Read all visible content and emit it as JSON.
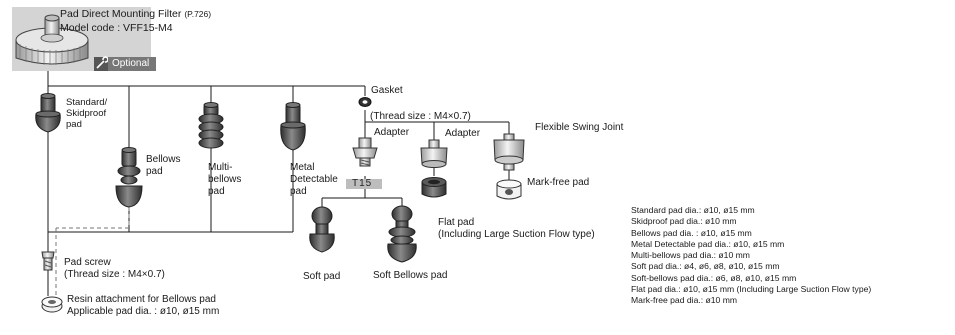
{
  "header": {
    "title": "Pad Direct Mounting Filter",
    "page_ref": "(P.726)",
    "model_code": "Model code : VFF15-M4",
    "optional_label": "Optional"
  },
  "parts": {
    "gasket": "Gasket",
    "thread_size_adapter": "(Thread size : M4×0.7)",
    "adapter_1": "Adapter",
    "adapter_2": "Adapter",
    "flexible_swing_joint": "Flexible Swing Joint",
    "standard_pad": "Standard/\nSkidproof\npad",
    "bellows_pad": "Bellows\npad",
    "multi_bellows_pad": "Multi-\nbellows\npad",
    "metal_detectable_pad": "Metal\nDetectable\npad",
    "t15_tag": "T15",
    "mark_free_pad": "Mark-free pad",
    "flat_pad": "Flat pad\n(Including Large Suction Flow type)",
    "soft_pad": "Soft pad",
    "soft_bellows_pad": "Soft Bellows pad",
    "pad_screw": "Pad screw\n(Thread size : M4×0.7)",
    "resin_attachment": "Resin attachment for Bellows pad\nApplicable pad dia. : ø10, ø15 mm"
  },
  "specs": [
    "Standard pad dia.: ø10, ø15 mm",
    "Skidproof pad dia.: ø10 mm",
    "Bellows pad dia. : ø10, ø15 mm",
    "Metal Detectable pad dia.: ø10, ø15 mm",
    "Multi-bellows pad dia.: ø10 mm",
    "Soft pad dia.: ø4, ø6, ø8, ø10, ø15 mm",
    "Soft-bellows pad dia.: ø6, ø8, ø10, ø15 mm",
    "Flat pad dia.: ø10, ø15 mm (Including Large Suction Flow type)",
    "Mark-free pad dia.: ø10 mm"
  ],
  "colors": {
    "pad_dark": "#3a3a3a",
    "pad_mid": "#6a6a6a",
    "filter_bg": "#d4d4d4",
    "line": "#1a1a1a"
  }
}
